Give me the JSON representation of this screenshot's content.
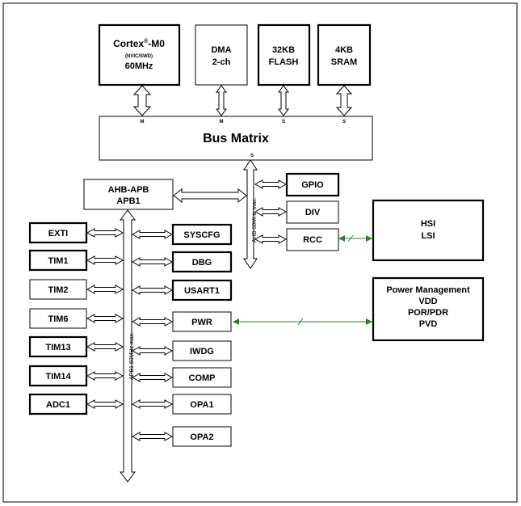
{
  "core": {
    "name": "Cortex",
    "reg": "®",
    "suffix": "-M0",
    "sub": "(NVIC/SWD)",
    "freq": "60MHz"
  },
  "dma": {
    "line1": "DMA",
    "line2": "2-ch"
  },
  "flash": {
    "line1": "32KB",
    "line2": "FLASH"
  },
  "sram": {
    "line1": "4KB",
    "line2": "SRAM"
  },
  "bus_matrix": {
    "label": "Bus Matrix",
    "ports": [
      "M",
      "M",
      "S",
      "S"
    ],
    "slave_out": "S"
  },
  "ahb_apb": {
    "line1": "AHB-APB",
    "line2": "APB1"
  },
  "ahb_bus_label": "AHB 60MHz max.",
  "apb_bus_label": "APB1 60MHz max.",
  "ahb_peripherals": [
    "GPIO",
    "DIV",
    "RCC"
  ],
  "hsi_lsi": {
    "line1": "HSI",
    "line2": "LSI"
  },
  "power": {
    "title": "Power Management",
    "l1": "VDD",
    "l2": "POR/PDR",
    "l3": "PVD"
  },
  "left_peripherals": [
    "EXTI",
    "TIM1",
    "TIM2",
    "TIM6",
    "TIM13",
    "TIM14",
    "ADC1"
  ],
  "right_peripherals": [
    "SYSCFG",
    "DBG",
    "USART1",
    "PWR",
    "IWDG",
    "COMP",
    "OPA1",
    "OPA2"
  ]
}
